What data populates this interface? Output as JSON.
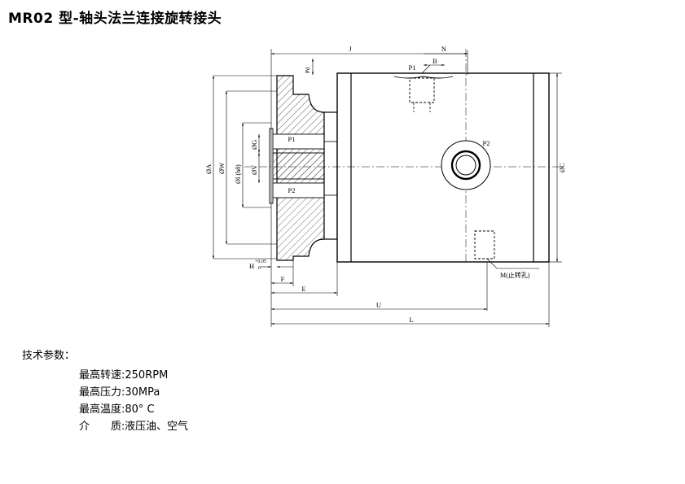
{
  "title": "MR02 型-轴头法兰连接旋转接头",
  "drawing": {
    "labels": {
      "J": "J",
      "N": "N",
      "P1_top": "P1",
      "B": "B",
      "Pd": "Pd",
      "P2_side": "P2",
      "phiA": "ØA",
      "phiW": "ØW",
      "phiI": "ØI (h8)",
      "phiG": "ØG",
      "phiV": "ØV",
      "P1_flange": "P1",
      "P2_flange": "P2",
      "phiC": "ØC",
      "H": "H",
      "tol_upper": "+0.05",
      "tol_lower": "0",
      "F": "F",
      "E": "E",
      "U": "U",
      "L": "L",
      "M": "M(止转孔)"
    }
  },
  "specs": {
    "heading": "技术参数：",
    "speed": "最高转速:250RPM",
    "pressure": "最高压力:30MPa",
    "temperature": "最高温度:80° C",
    "medium_label": "介　　质:",
    "medium_value": "液压油、空气"
  }
}
